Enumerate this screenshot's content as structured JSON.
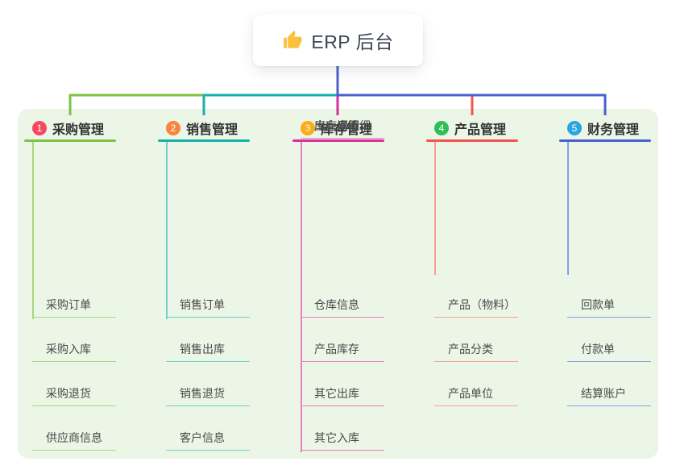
{
  "canvas": {
    "background": "#ffffff",
    "panel_bg": "#ebf6e7"
  },
  "root": {
    "label": "ERP 后台",
    "icon": "thumbs-up",
    "icon_color": "#f9c23c",
    "text_color": "#3d4456"
  },
  "branches": [
    {
      "badge": "1",
      "title": "采购管理",
      "color": "#7fc246",
      "light_color": "#a9d77f",
      "badge_color": "#f5475f",
      "children": [
        "采购订单",
        "采购入库",
        "采购退货",
        "供应商信息"
      ]
    },
    {
      "badge": "2",
      "title": "销售管理",
      "color": "#12b2aa",
      "light_color": "#72cfc9",
      "badge_color": "#f7853d",
      "children": [
        "销售订单",
        "销售出库",
        "销售退货",
        "客户信息"
      ]
    },
    {
      "badge": "3",
      "title": "库存管理",
      "color": "#d62f96",
      "light_color": "#e77fc0",
      "badge_color": "#fbab18",
      "children": [
        "仓库信息",
        "产品库存",
        "其它出库",
        "其它入库",
        "库存调拨",
        "库存盘点",
        "出库库明细"
      ]
    },
    {
      "badge": "4",
      "title": "产品管理",
      "color": "#f4534e",
      "light_color": "#f89f97",
      "badge_color": "#2fbe58",
      "children": [
        "产品（物料）",
        "产品分类",
        "产品单位"
      ]
    },
    {
      "badge": "5",
      "title": "财务管理",
      "color": "#4860d0",
      "light_color": "#8d9cdd",
      "badge_color": "#29a6e0",
      "children": [
        "回款单",
        "付款单",
        "结算账户"
      ]
    }
  ]
}
